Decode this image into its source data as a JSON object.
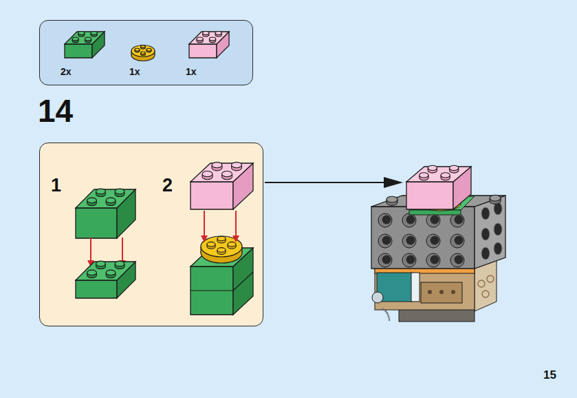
{
  "diagram": {
    "nodes": [
      {
        "text": [
          "2x",
          "1x",
          "1x"
        ]
      },
      {
        "text": [
          "1",
          "2"
        ]
      }
    ],
    "labels": [
      "14",
      "15"
    ]
  }
}
